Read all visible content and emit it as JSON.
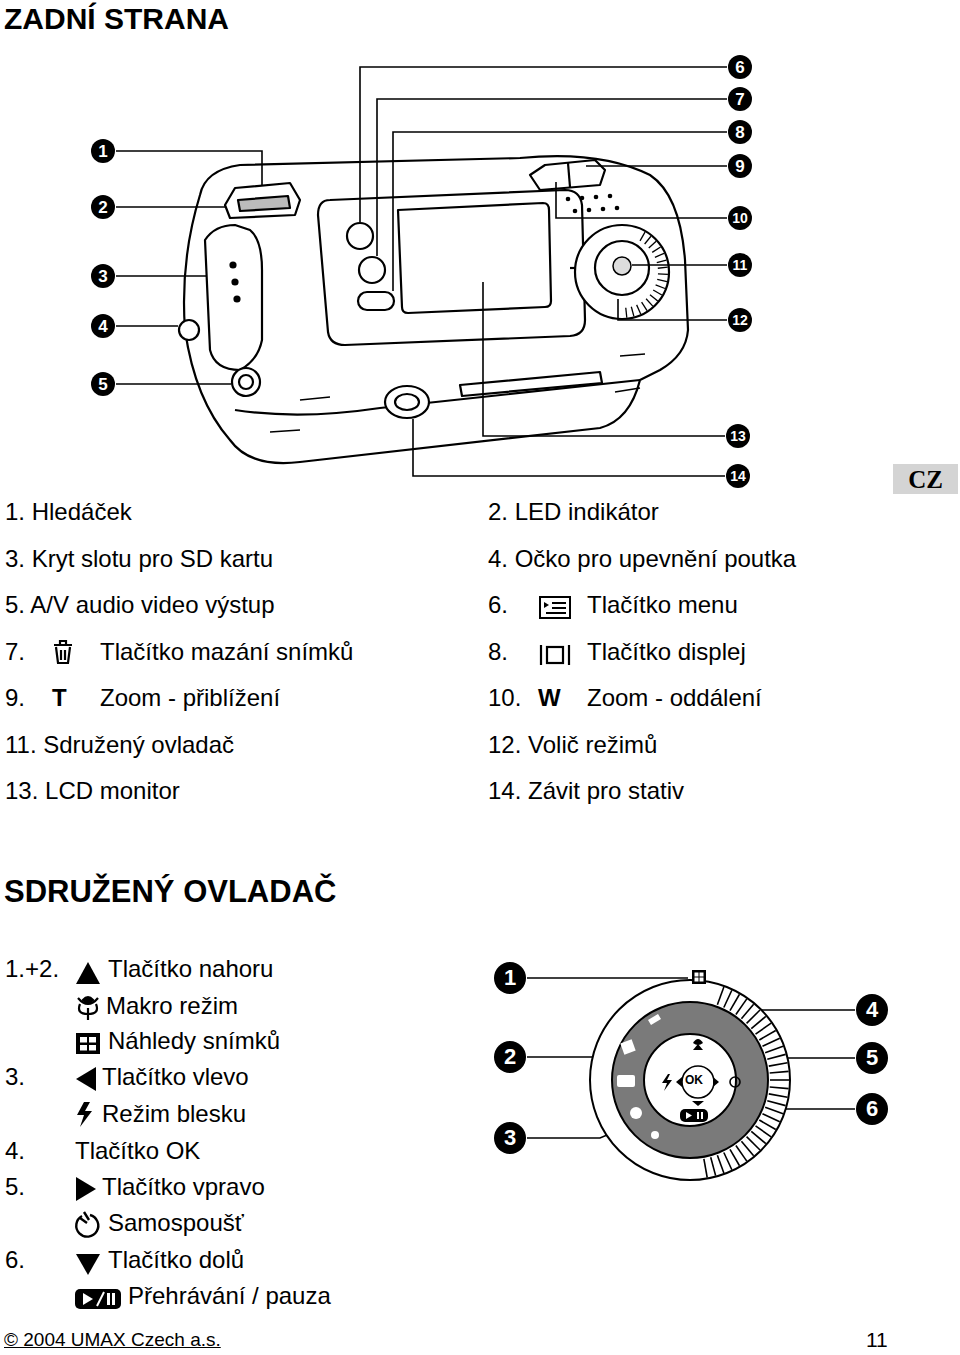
{
  "diagram": {
    "title": "ZADNÍ STRANA",
    "nodes": [
      {
        "text": [
          "1"
        ]
      },
      {
        "text": [
          "2"
        ]
      },
      {
        "text": [
          "3"
        ]
      },
      {
        "text": [
          "4"
        ]
      },
      {
        "text": [
          "5"
        ]
      },
      {
        "text": [
          "6"
        ]
      },
      {
        "text": [
          "7"
        ]
      },
      {
        "text": [
          "8"
        ]
      },
      {
        "text": [
          "9"
        ]
      },
      {
        "text": [
          "10"
        ]
      },
      {
        "text": [
          "11"
        ]
      },
      {
        "text": [
          "12"
        ]
      },
      {
        "text": [
          "13"
        ]
      },
      {
        "text": [
          "14"
        ]
      },
      {
        "text": [
          "CZ"
        ]
      },
      {
        "text": [
          "1"
        ]
      },
      {
        "text": [
          "2"
        ]
      },
      {
        "text": [
          "3"
        ]
      },
      {
        "text": [
          "4"
        ]
      },
      {
        "text": [
          "5"
        ]
      },
      {
        "text": [
          "6"
        ]
      }
    ],
    "labels": [
      "1. Hledáček",
      "2. LED indikátor",
      "3. Kryt slotu pro SD kartu",
      "4. Očko pro upevnění poutka",
      "5. A/V audio video výstup",
      "6.",
      "Tlačítko menu",
      "7.",
      "Tlačítko mazání snímků",
      "8.",
      "Tlačítko displej",
      "9.",
      "T",
      "Zoom - přiblížení",
      "10.",
      "W",
      "Zoom - oddálení",
      "11. Sdružený ovladač",
      "12. Volič režimů",
      "13. LCD monitor",
      "14. Závit pro stativ",
      "SDRUŽENÝ OVLADAČ",
      "1.+2.",
      "Tlačítko nahoru",
      "Makro režim",
      "Náhledy snímků",
      "3.",
      "Tlačítko vlevo",
      "Režim blesku",
      "4.",
      "Tlačítko OK",
      "5.",
      "Tlačítko vpravo",
      "Samospoušť",
      "6.",
      "Tlačítko dolů",
      "Přehrávání / pauza",
      "© 2004 UMAX Czech a.s.",
      "11",
      "OK"
    ]
  }
}
